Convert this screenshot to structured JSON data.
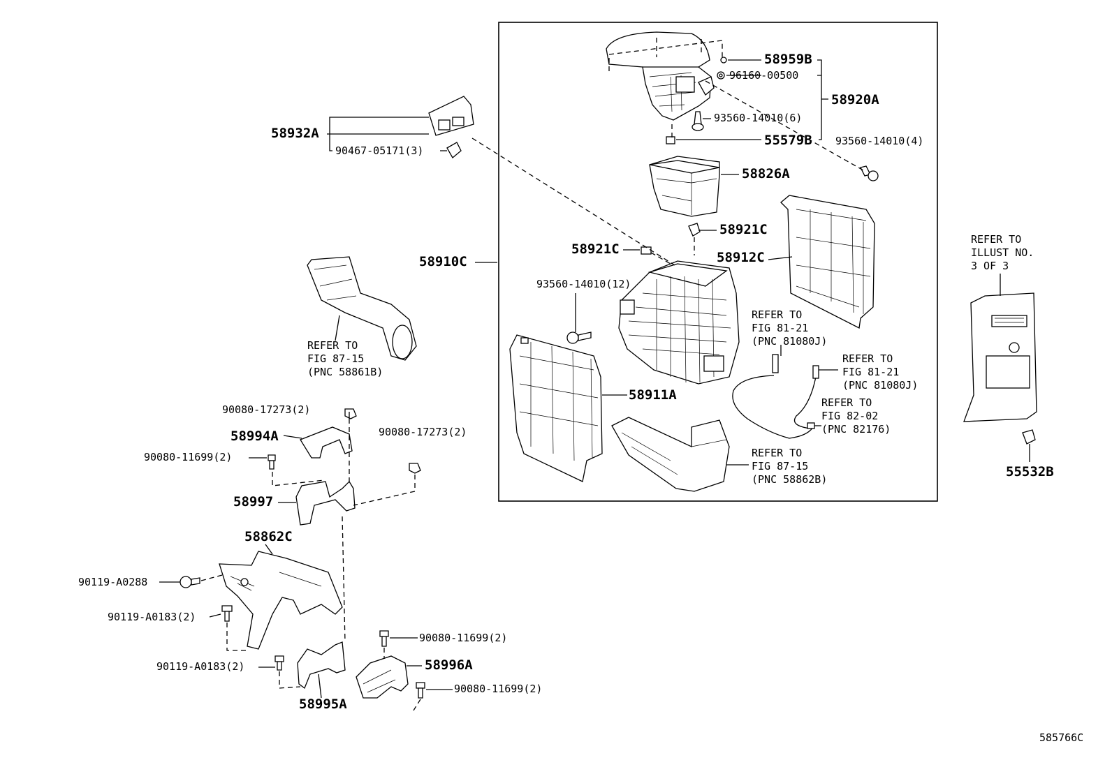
{
  "diagram_id": "585766C",
  "parts": {
    "p58959B": "58959B",
    "p96160": "96160-00500",
    "p58920A": "58920A",
    "p93560_6": "93560-14010(6)",
    "p55579B": "55579B",
    "p93560_4": "93560-14010(4)",
    "p58826A": "58826A",
    "p58921C_a": "58921C",
    "p58921C_b": "58921C",
    "p58912C": "58912C",
    "p58910C": "58910C",
    "p93560_12": "93560-14010(12)",
    "p58911A": "58911A",
    "p58932A": "58932A",
    "p90467": "90467-05171(3)",
    "p90080_17273_a": "90080-17273(2)",
    "p58994A": "58994A",
    "p90080_17273_b": "90080-17273(2)",
    "p90080_11699_a": "90080-11699(2)",
    "p58997": "58997",
    "p58862C": "58862C",
    "p90119_A0288": "90119-A0288",
    "p90119_A0183_a": "90119-A0183(2)",
    "p90080_11699_b": "90080-11699(2)",
    "p58996A": "58996A",
    "p90119_A0183_b": "90119-A0183(2)",
    "p90080_11699_c": "90080-11699(2)",
    "p58995A": "58995A",
    "p55532B": "55532B"
  },
  "references": {
    "ref_87_15_a": "REFER TO\nFIG 87-15\n(PNC 58861B)",
    "ref_81_21_a": "REFER TO\nFIG 81-21\n(PNC 81080J)",
    "ref_81_21_b": "REFER TO\nFIG 81-21\n(PNC 81080J)",
    "ref_82_02": "REFER TO\nFIG 82-02\n(PNC 82176)",
    "ref_87_15_b": "REFER TO\nFIG 87-15\n(PNC 58862B)",
    "ref_illust": "REFER TO\nILLUST NO.\n3 OF 3"
  }
}
